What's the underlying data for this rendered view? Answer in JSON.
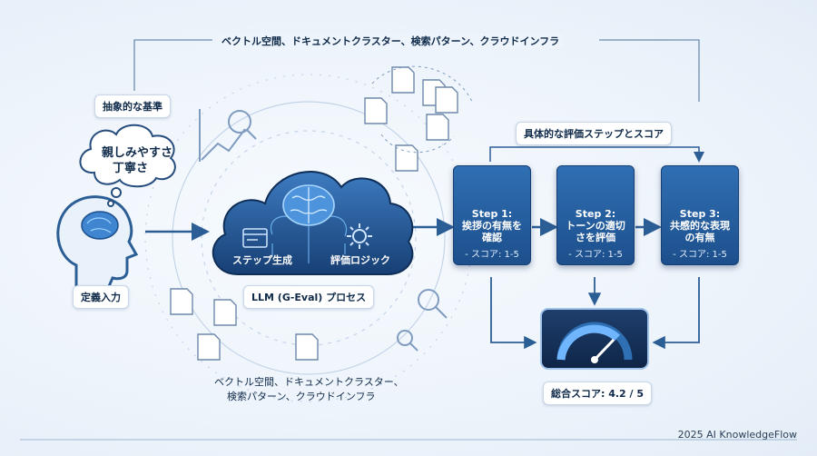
{
  "top_caption": "ベクトル空間、ドキュメントクラスター、検索パターン、クラウドインフラ",
  "abstract_label": "抽象的な基準",
  "thought": {
    "line1": "親しみやすさ",
    "line2": "丁寧さ"
  },
  "definition_label": "定義入力",
  "cloud": {
    "step_gen": "ステップ生成",
    "eval_logic": "評価ロジック",
    "process_label": "LLM (G-Eval) プロセス"
  },
  "bottom_caption": {
    "line1": "ベクトル空間、ドキュメントクラスター、",
    "line2": "検索パターン、クラウドインフラ"
  },
  "concrete_label": "具体的な評価ステップとスコア",
  "steps": [
    {
      "head": "Step 1:",
      "l1": "挨拶の有無を",
      "l2": "確認",
      "score": "- スコア: 1-5"
    },
    {
      "head": "Step 2:",
      "l1": "トーンの適切",
      "l2": "さを評価",
      "score": "- スコア: 1-5"
    },
    {
      "head": "Step 3:",
      "l1": "共感的な表現",
      "l2": "の有無",
      "score": "- スコア: 1-5"
    }
  ],
  "total_score": "総合スコア: 4.2 / 5",
  "footer": "2025 AI KnowledgeFlow",
  "colors": {
    "accent": "#2f6fb3",
    "dark": "#163f73",
    "line": "#2c5e96",
    "light_line": "#9fb6d2"
  }
}
